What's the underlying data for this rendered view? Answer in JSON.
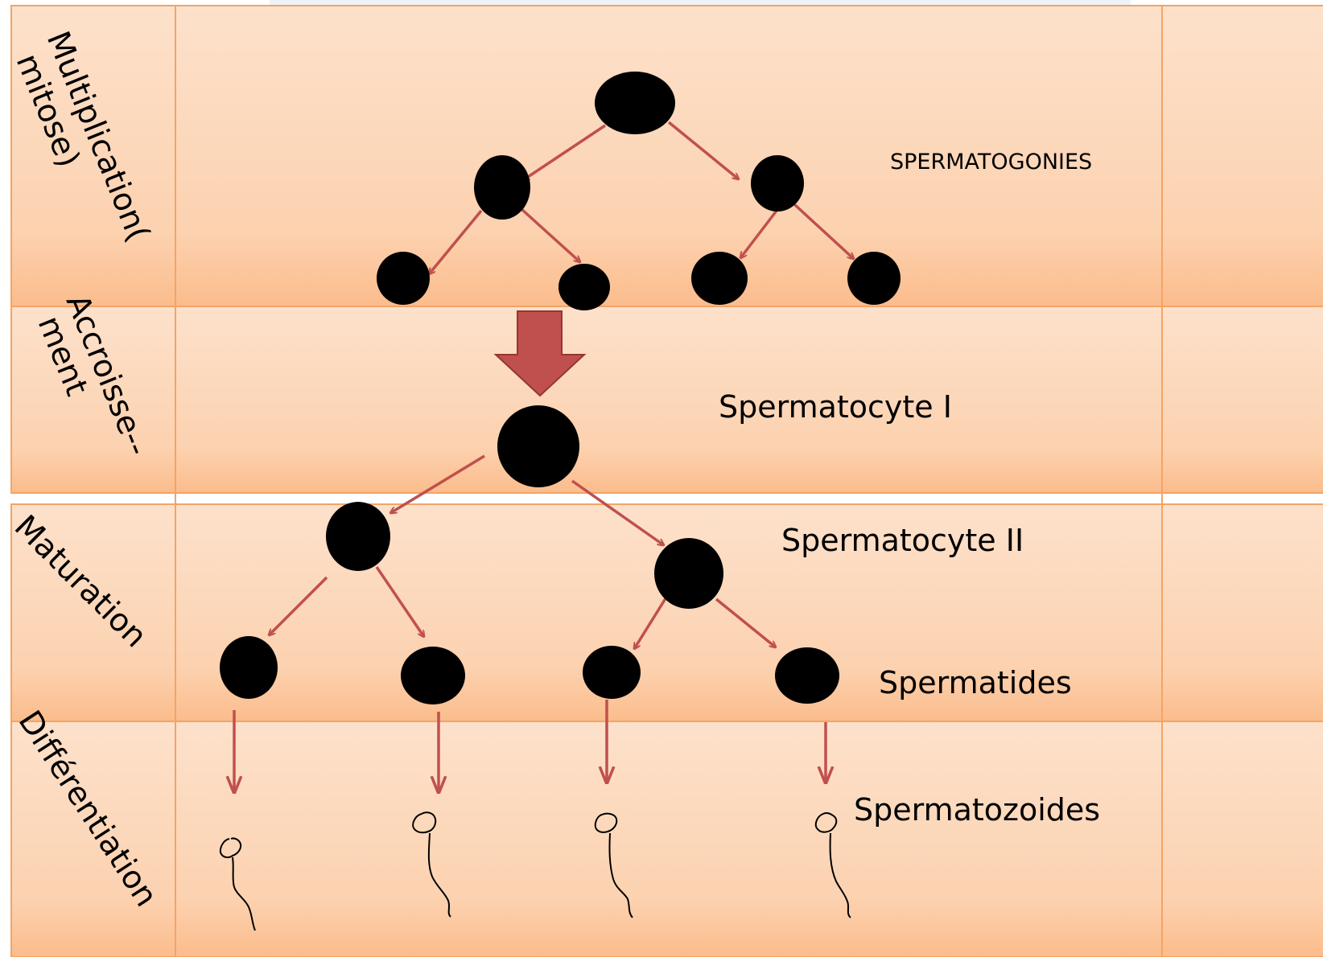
{
  "phases": {
    "multiplication": [
      "Multiplication(",
      "mitose)"
    ],
    "accroissement": [
      "Accroisse--",
      "ment"
    ],
    "maturation": [
      "Maturation"
    ],
    "differentiation": [
      "Différentiation"
    ]
  },
  "labels": {
    "spermatogonies": "SPERMATOGONIES",
    "spermatocyte1": "Spermatocyte I",
    "spermatocyte2": "Spermatocyte II",
    "spermatides": "Spermatides",
    "spermatozoides": "Spermatozoides"
  },
  "colors": {
    "band_top": "#fde0c9",
    "band_bottom": "#fbbd8e",
    "band_border": "#f2a466",
    "arrow": "#c0504d",
    "cell": "#000000"
  }
}
